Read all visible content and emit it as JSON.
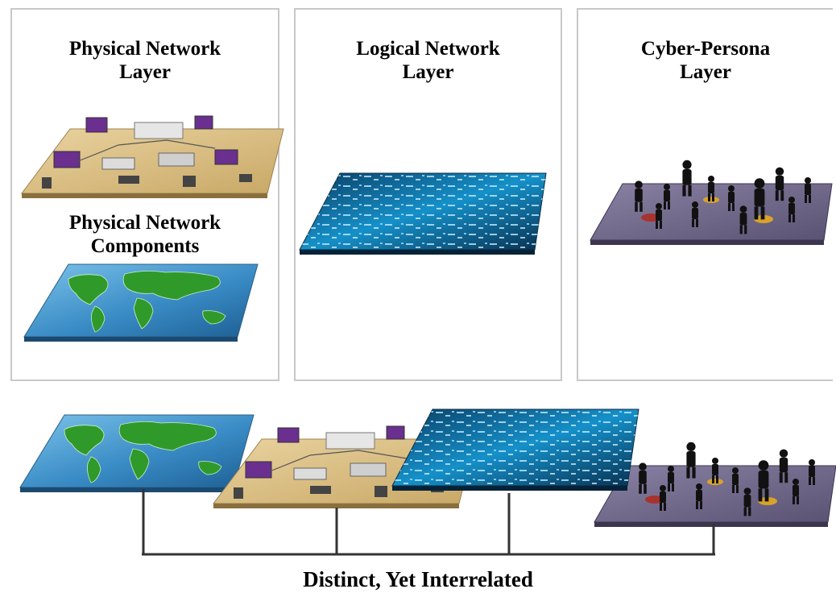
{
  "panels": {
    "physical": {
      "title_line1": "Physical Network",
      "title_line2": "Layer",
      "sub_line1": "Physical Network",
      "sub_line2": "Components"
    },
    "logical": {
      "title_line1": "Logical Network",
      "title_line2": "Layer"
    },
    "cyber": {
      "title_line1": "Cyber-Persona",
      "title_line2": "Layer"
    }
  },
  "caption": "Distinct, Yet Interrelated",
  "colors": {
    "map_blue": "#2f7fb8",
    "land_green": "#2f9a2a",
    "code_blue": "#0d5a8a",
    "desk_tan": "#d9c08a",
    "persona_purple": "#6e6585",
    "panel_border": "#c8c8c8"
  }
}
